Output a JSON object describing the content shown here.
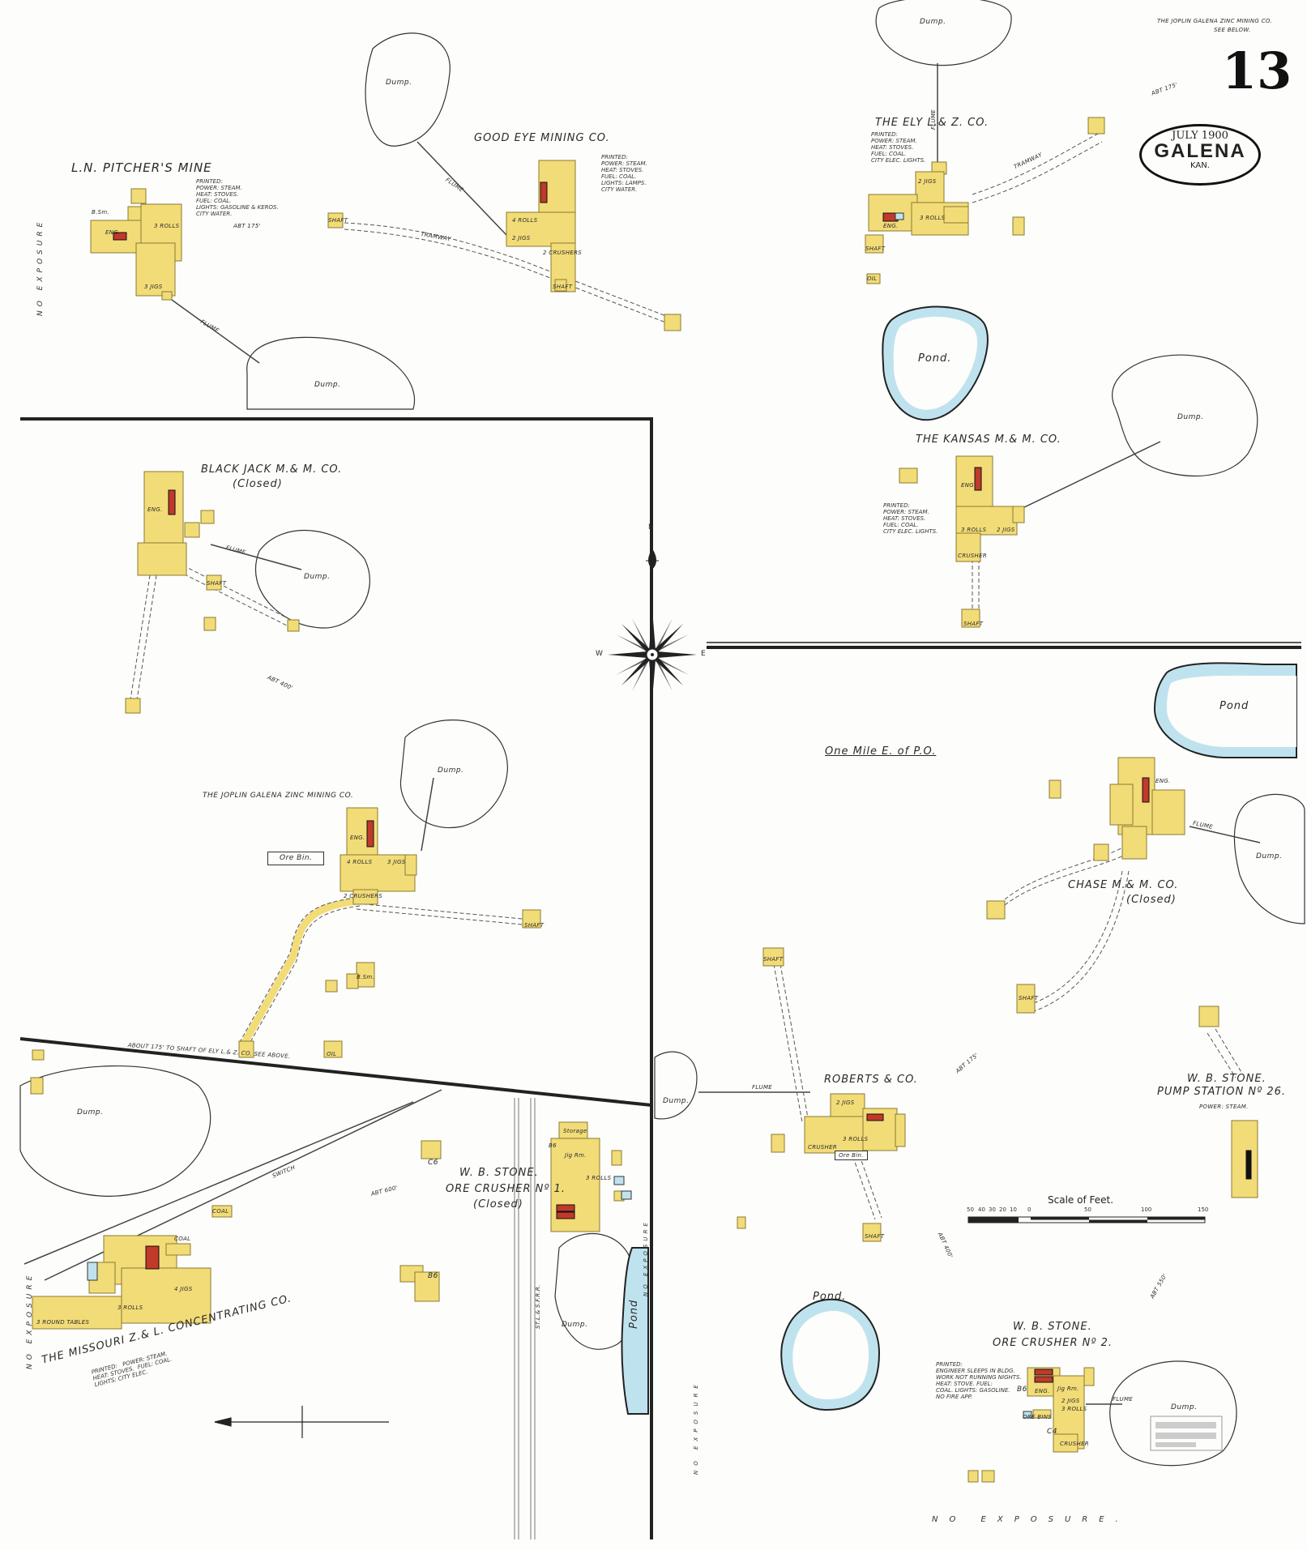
{
  "sheet": {
    "number": "13",
    "date": "JULY 1900",
    "city": "GALENA",
    "state": "KAN."
  },
  "corner_note": [
    "THE JOPLIN GALENA ZINC MINING CO.",
    "SEE BELOW."
  ],
  "compass": {
    "north": "N",
    "west": "W",
    "east": "E"
  },
  "reference_note": "One Mile E. of P.O.",
  "scale": {
    "title": "Scale of Feet.",
    "ticks": [
      "50",
      "40",
      "30",
      "20",
      "10",
      "0",
      "50",
      "100",
      "150"
    ]
  },
  "edge_labels": {
    "left_top": "NO EXPOSURE",
    "left_bottom": "NO EXPOSURE",
    "bottom": "NO EXPOSURE.",
    "middle_left": "NO EXPOSURE",
    "middle_right": "NO EXPOSURE"
  },
  "places": {
    "pitcher": {
      "name": "L.N. PITCHER'S MINE",
      "notes": "PRINTED:\nPOWER: STEAM.\nHEAT: STOVES.\nFUEL: COAL.\nLIGHTS: GASOLINE & KEROS.\nCITY WATER."
    },
    "good_eye": {
      "name": "GOOD EYE MINING CO.",
      "notes": "PRINTED:\nPOWER: STEAM.\nHEAT: STOVES.\nFUEL: COAL.\nLIGHTS: LAMPS.\nCITY WATER."
    },
    "ely": {
      "name": "THE ELY   L.& Z. CO.",
      "notes": "PRINTED:\nPOWER: STEAM.\nHEAT: STOVES.\nFUEL: COAL.\nCITY ELEC. LIGHTS."
    },
    "kansas": {
      "name": "THE KANSAS M.& M. CO.",
      "notes": "PRINTED:\nPOWER: STEAM.\nHEAT: STOVES.\nFUEL: COAL.\nCITY ELEC. LIGHTS."
    },
    "black_jack": {
      "name": "BLACK JACK M.& M. CO.",
      "status": "(Closed)"
    },
    "joplin": {
      "name": "THE JOPLIN GALENA ZINC MINING CO.",
      "ore_bin": "Ore Bin."
    },
    "chase": {
      "name": "CHASE    M.& M. CO.",
      "status": "(Closed)"
    },
    "roberts": {
      "name": "ROBERTS & CO."
    },
    "stone_pump": {
      "name": "W. B. STONE.",
      "sub": "PUMP STATION Nº 26.",
      "power": "POWER: STEAM."
    },
    "stone_crusher1": {
      "name": "W. B. STONE.",
      "sub": "ORE CRUSHER Nº 1.",
      "status": "(Closed)"
    },
    "stone_crusher2": {
      "name": "W. B. STONE.",
      "sub": "ORE CRUSHER Nº 2.",
      "notes": "PRINTED:\nENGINEER SLEEPS IN BLDG.\nWORK NOT RUNNING NIGHTS.\nHEAT: STOVE. FUEL:\nCOAL. LIGHTS: GASOLINE.\nNO FIRE APP."
    },
    "missouri": {
      "name": "THE MISSOURI Z.& L. CONCENTRATING CO.",
      "notes": "PRINTED:   POWER: STEAM.\nHEAT: STOVES.  FUEL: COAL.\nLIGHTS: CITY ELEC."
    }
  },
  "features": {
    "dump": "Dump.",
    "pond": "Pond.",
    "pond_plain": "Pond",
    "flume": "FLUME",
    "tramway": "TRAMWAY",
    "switch": "SWITCH",
    "railroad": "ST.L.& S.F.R.R.",
    "about_note": "ABOUT 175' TO SHAFT OF ELY L.& Z. CO.   SEE ABOVE.",
    "abt_175": "ABT 175'",
    "abt_600": "ABT 600'",
    "abt_400": "ABT 400'",
    "abt_550": "ABT 550'"
  },
  "building_labels": {
    "eng": "ENG.",
    "shaft": "SHAFT",
    "rolls_3": "3 ROLLS",
    "rolls_4": "4 ROLLS",
    "jigs_2": "2 JIGS",
    "jigs_3": "3 JIGS",
    "jigs_4": "4 JIGS",
    "crusher": "CRUSHER",
    "crushers_2": "2 CRUSHERS",
    "ore_bin": "Ore Bin.",
    "storage": "Storage",
    "jig_rm": "Jig Rm.",
    "round_tables": "3 ROUND TABLES",
    "coal": "COAL",
    "ore_bins": "ORE BINS",
    "b_sm": "B.Sm.",
    "oil": "OIL",
    "b6": "B6",
    "c6": "C6",
    "c4": "C4"
  },
  "colors": {
    "brick_fill": "#f2dc78",
    "brick_stroke": "#9a8a3a",
    "water": "#bfe3ee",
    "water_edge": "#222",
    "boiler": "#c0392b"
  }
}
